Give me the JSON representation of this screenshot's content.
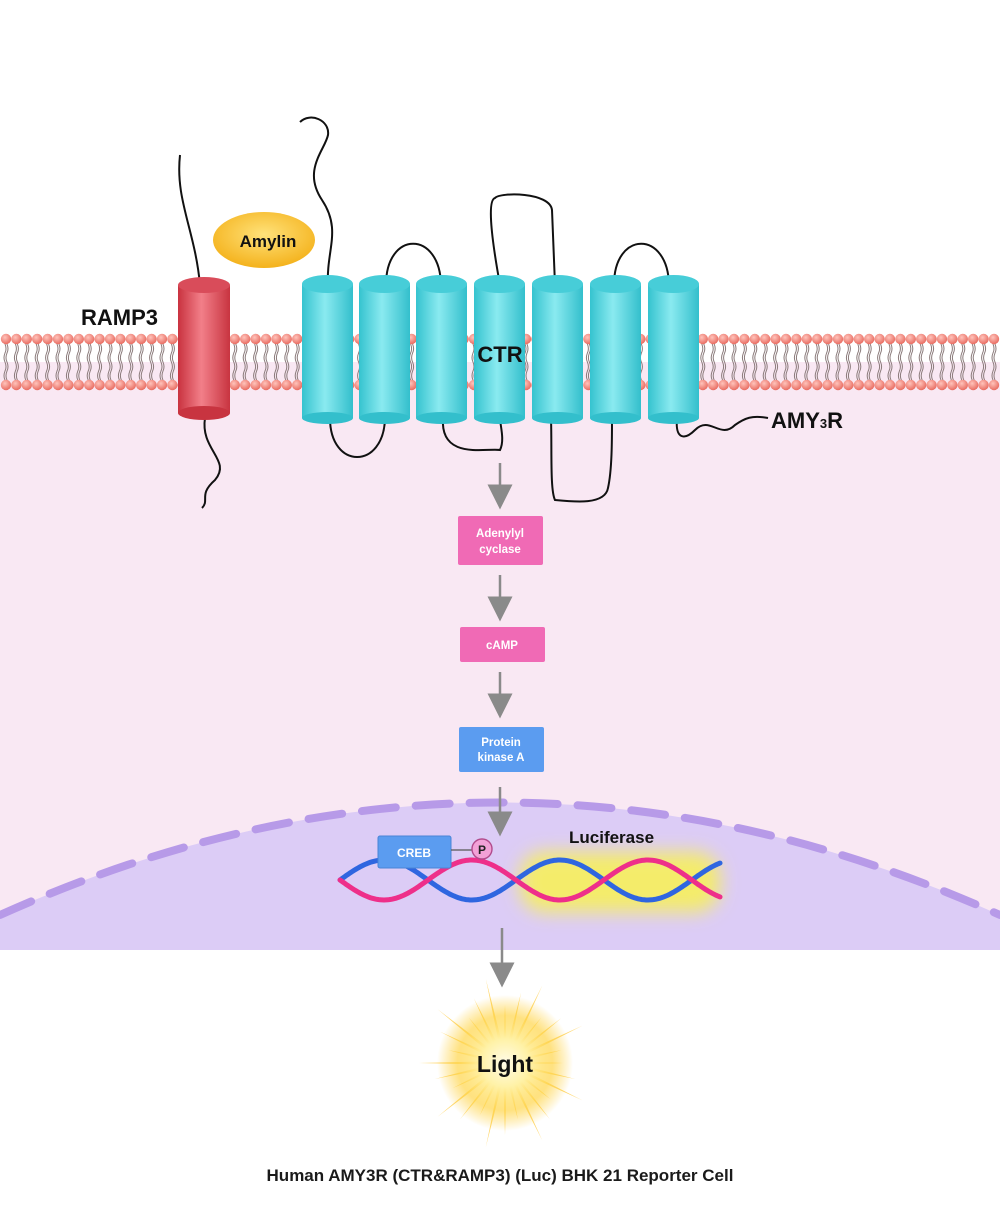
{
  "labels": {
    "ramp3": "RAMP3",
    "amylin": "Amylin",
    "ctr": "CTR",
    "amy3r_prefix": "AMY",
    "amy3r_sub": "3",
    "amy3r_suffix": "R",
    "adenylyl_line1": "Adenylyl",
    "adenylyl_line2": "cyclase",
    "camp": "cAMP",
    "pka_line1": "Protein",
    "pka_line2": "kinase A",
    "creb": "CREB",
    "phospho": "P",
    "luciferase": "Luciferase",
    "light": "Light"
  },
  "caption": "Human AMY3R (CTR&RAMP3) (Luc) BHK 21 Reporter Cell",
  "colors": {
    "cytoplasm": "#f9e8f3",
    "lipid_head": "#f08a80",
    "ramp3": "#e8606c",
    "ctr_helix": "#5fd6de",
    "pink_box": "#f06ab5",
    "blue_box": "#5b9cf0",
    "nucleus": "#dcccf6",
    "nuclear_envelope": "#b79ae8",
    "dna_pink": "#ee2f8a",
    "dna_blue": "#2f66e0",
    "luciferase_glow": "#f4ec6a",
    "arrow": "#8a8a8a"
  }
}
